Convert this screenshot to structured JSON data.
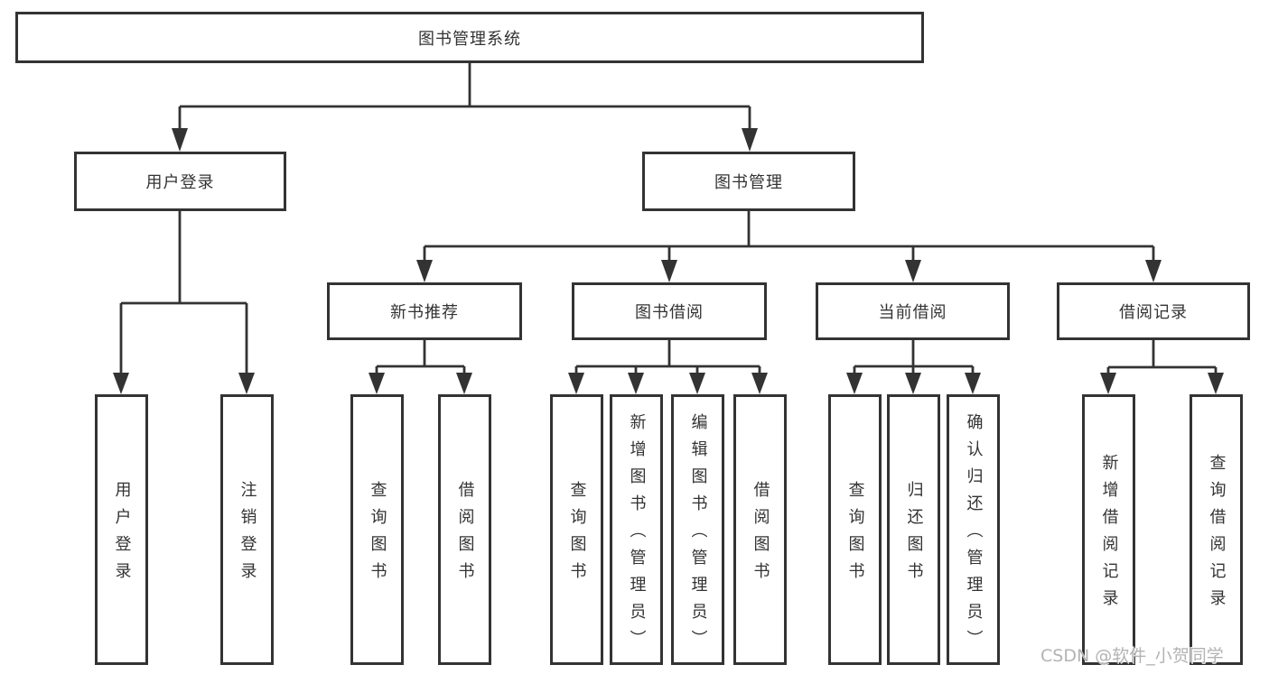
{
  "diagram": {
    "title": "图书管理系统",
    "level2": [
      {
        "label": "用户登录"
      },
      {
        "label": "图书管理"
      }
    ],
    "level3": [
      {
        "label": "新书推荐"
      },
      {
        "label": "图书借阅"
      },
      {
        "label": "当前借阅"
      },
      {
        "label": "借阅记录"
      }
    ],
    "leaves": {
      "user_login": [
        "用户登录",
        "注销登录"
      ],
      "new_book_recommend": [
        "查询图书",
        "借阅图书"
      ],
      "book_borrow": [
        "查询图书",
        "新增图书（管理员）",
        "编辑图书（管理员）",
        "借阅图书"
      ],
      "current_borrow": [
        "查询图书",
        "归还图书",
        "确认归还（管理员）"
      ],
      "borrow_records": [
        "新增借阅记录",
        "查询借阅记录"
      ]
    }
  },
  "watermark": "CSDN @软件_小贺同学",
  "colors": {
    "line": "#333333",
    "text": "#333333",
    "watermark": "#b3b3b3",
    "background": "#ffffff"
  }
}
